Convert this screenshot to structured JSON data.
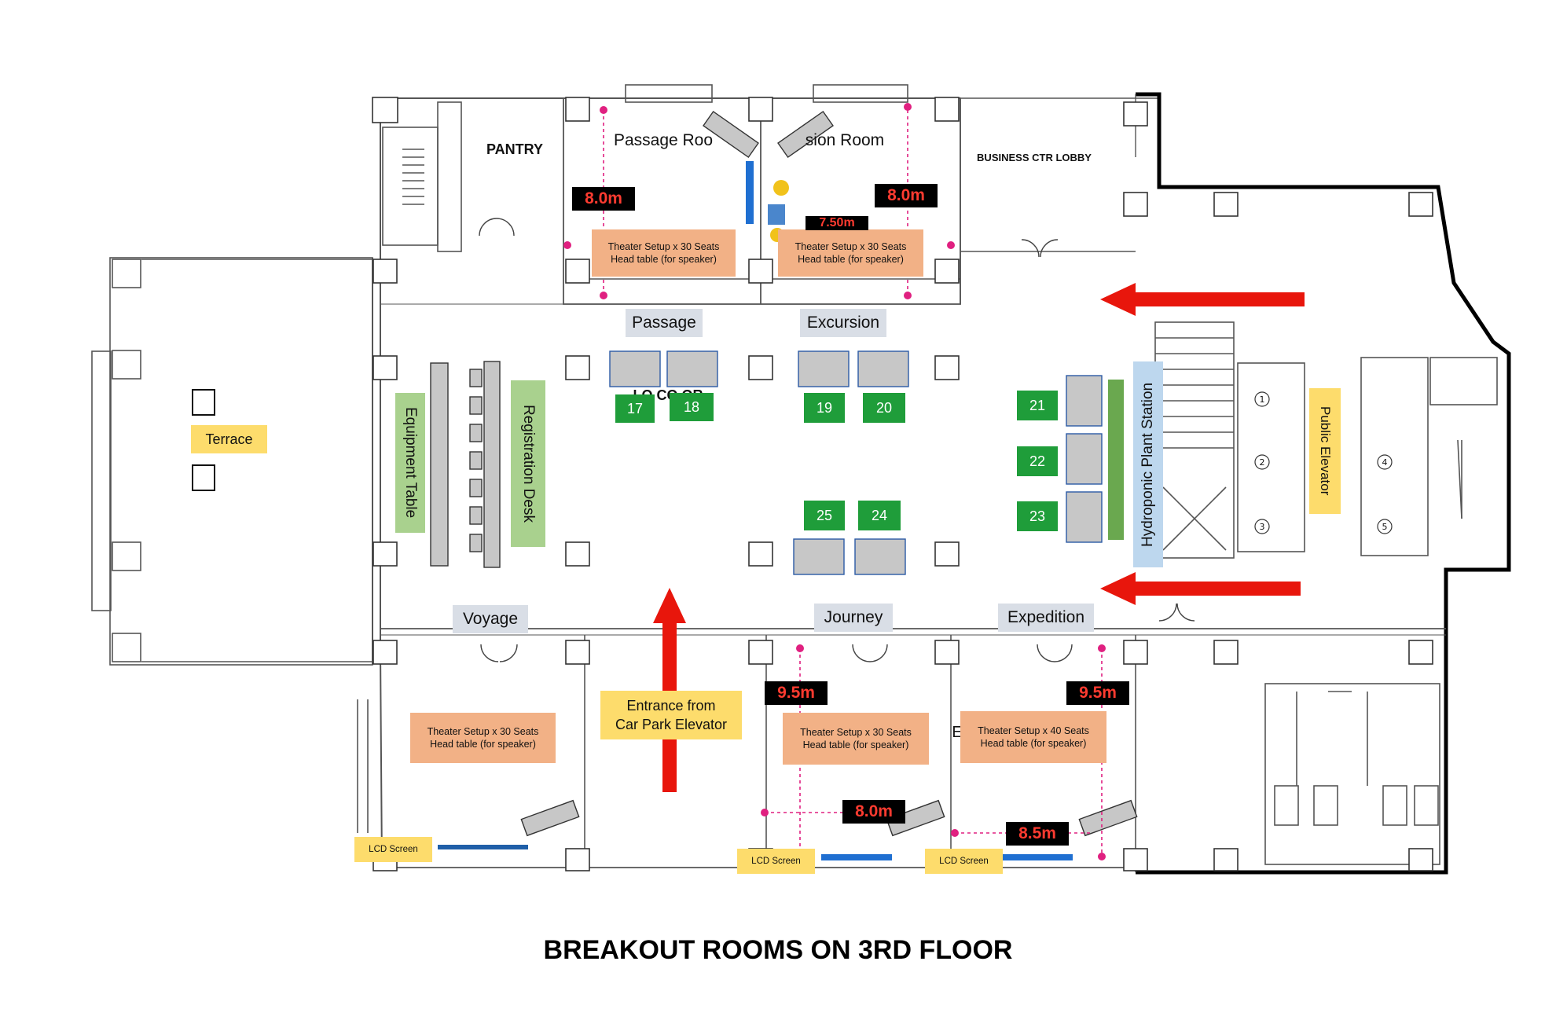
{
  "title": "BREAKOUT ROOMS ON 3RD FLOOR",
  "rooms": {
    "passage": "Passage Roo",
    "session": "sion Room",
    "pantry": "PANTRY",
    "business_lobby": "BUSINESS CTR LOBBY",
    "lobby_corridor": "LO        CO         OR",
    "lobby_e": "E"
  },
  "room_tags": {
    "passage": "Passage",
    "excursion": "Excursion",
    "voyage": "Voyage",
    "journey": "Journey",
    "expedition": "Expedition"
  },
  "setups": {
    "passage": {
      "line1": "Theater Setup x 30 Seats",
      "line2": "Head table (for speaker)"
    },
    "excursion": {
      "line1": "Theater Setup x 30 Seats",
      "line2": "Head table (for speaker)"
    },
    "voyage": {
      "line1": "Theater Setup x 30 Seats",
      "line2": "Head table (for speaker)"
    },
    "journey": {
      "line1": "Theater Setup x 30 Seats",
      "line2": "Head table (for speaker)"
    },
    "expedition": {
      "line1": "Theater Setup x 40 Seats",
      "line2": "Head table (for speaker)"
    }
  },
  "dimensions": {
    "passage": "8.0m",
    "session": "8.0m",
    "session_hidden": "7.50m",
    "journey_top": "9.5m",
    "expedition_top": "9.5m",
    "journey_bottom": "8.0m",
    "expedition_bottom": "8.5m"
  },
  "labels": {
    "terrace": "Terrace",
    "equipment_table": "Equipment Table",
    "registration_desk": "Registration Desk",
    "hydroponic": "Hydroponic Plant Station",
    "public_elevator": "Public Elevator",
    "entrance_line1": "Entrance from",
    "entrance_line2": "Car Park Elevator",
    "lcd": "LCD Screen"
  },
  "booths": [
    "17",
    "18",
    "19",
    "20",
    "21",
    "22",
    "23",
    "24",
    "25"
  ],
  "elevators": [
    "1",
    "2",
    "3",
    "4",
    "5"
  ],
  "colors": {
    "arrow": "#e8160c",
    "booth": "#1f9d3a",
    "orange": "#f2b186",
    "yellow": "#fddc6c",
    "dimension_bg": "#000000",
    "dimension_text": "#ff3b30",
    "room_tag": "#d9dee6",
    "green_panel": "#a9d18e",
    "blue_panel": "#bdd7ee"
  }
}
